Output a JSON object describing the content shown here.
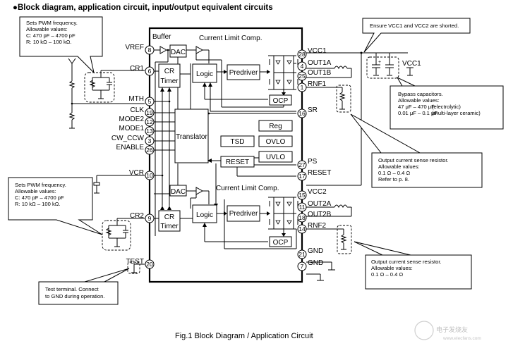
{
  "heading": "●Block diagram, application circuit, input/output equivalent circuits",
  "caption": "Fig.1 Block Diagram / Application Circuit",
  "watermark": {
    "cn": "电子发烧友",
    "url": "www.elecfans.com"
  },
  "blocks": {
    "buffer": "Buffer",
    "dac1": "DAC",
    "current_limit1": "Current Limit Comp.",
    "cr_timer1": [
      "CR",
      "Timer"
    ],
    "logic1": "Logic",
    "predriver1": "Predriver",
    "ocp1": "OCP",
    "translator": "Translator",
    "reg": "Reg",
    "tsd": "TSD",
    "ovlo": "OVLO",
    "uvlo": "UVLO",
    "reset": "RESET",
    "dac2": "DAC",
    "current_limit2": "Current Limit Comp.",
    "cr_timer2": [
      "CR",
      "Timer"
    ],
    "logic2": "Logic",
    "predriver2": "Predriver",
    "ocp2": "OCP"
  },
  "left_pins": [
    {
      "name": "VREF",
      "num": "8"
    },
    {
      "name": "CR1",
      "num": "6"
    },
    {
      "name": "MTH",
      "num": "5"
    },
    {
      "name": "CLK",
      "num": "19"
    },
    {
      "name": "MODE2",
      "num": "12"
    },
    {
      "name": "MODE1",
      "num": "13"
    },
    {
      "name": "CW_CCW",
      "num": "3"
    },
    {
      "name": "ENABLE",
      "num": "26"
    },
    {
      "name": "VCR",
      "num": "10"
    },
    {
      "name": "CR2",
      "num": "9"
    },
    {
      "name": "TEST",
      "num": "20"
    }
  ],
  "right_pins": [
    {
      "name": "VCC1",
      "num": "28"
    },
    {
      "name": "OUT1A",
      "num": "4"
    },
    {
      "name": "OUT1B",
      "num": "25"
    },
    {
      "name": "RNF1",
      "num": "1"
    },
    {
      "name": "SR",
      "num": "16"
    },
    {
      "name": "PS",
      "num": "27"
    },
    {
      "name": "RESET",
      "num": "17"
    },
    {
      "name": "VCC2",
      "num": "15"
    },
    {
      "name": "OUT2A",
      "num": "11"
    },
    {
      "name": "OUT2B",
      "num": "18"
    },
    {
      "name": "RNF2",
      "num": "14"
    },
    {
      "name": "GND",
      "num": "21"
    },
    {
      "name": "GND",
      "num": "7"
    }
  ],
  "external": {
    "vcc1_label": "VCC1"
  },
  "notes": {
    "pwm1": [
      "Sets PWM frequency.",
      "Allowable values:",
      "C: 470 pF – 4700 pF",
      "R: 10 kΩ – 100 kΩ."
    ],
    "pwm2": [
      "Sets PWM frequency.",
      "Allowable values:",
      "C: 470 pF – 4700 pF",
      "R: 10 kΩ – 100 kΩ."
    ],
    "vcc_short": [
      "Ensure VCC1 and VCC2 are shorted."
    ],
    "bypass": [
      "Bypass capacitors.",
      "Allowable values:",
      "47 μF – 470 μF",
      "(electrolytic)",
      "0.01 μF – 0.1 μF",
      "(multi-layer ceramic)"
    ],
    "sense1": [
      "Output current sense resistor.",
      "Allowable values:",
      "0.1 Ω – 0.4 Ω",
      "Refer to p. 8."
    ],
    "sense2": [
      "Output current sense resistor.",
      "Allowable values:",
      "0.1 Ω – 0.4 Ω"
    ],
    "test": [
      "Test terminal.   Connect",
      "to GND during operation."
    ]
  }
}
